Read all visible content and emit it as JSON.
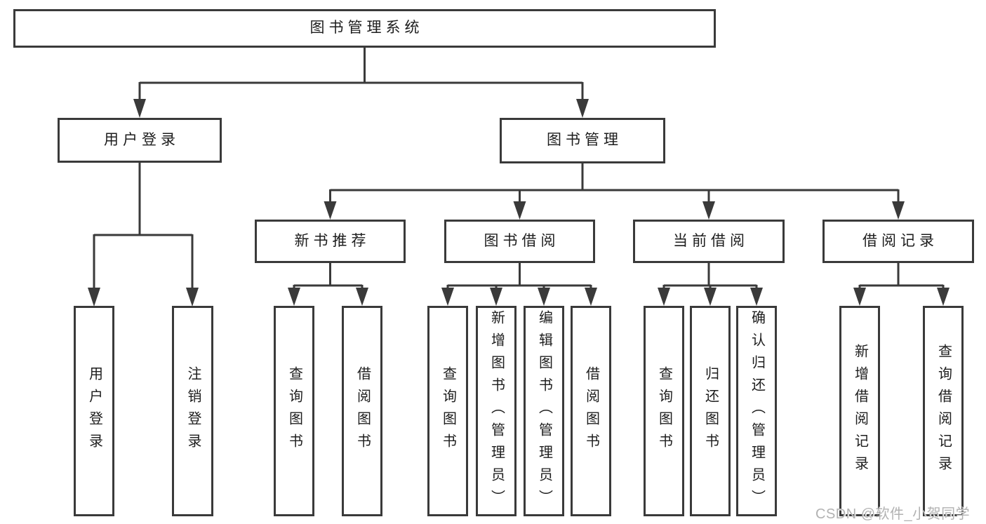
{
  "diagram": {
    "type": "tree",
    "colors": {
      "line": "#3a3a3a",
      "box_border": "#3a3a3a",
      "text": "#1d1d1d",
      "background": "#ffffff",
      "watermark": "#b2b2b2"
    },
    "tree": {
      "root": {
        "label": "图书管理系统",
        "children": [
          {
            "label": "用户登录",
            "children": [
              {
                "label": "用户登录"
              },
              {
                "label": "注销登录"
              }
            ]
          },
          {
            "label": "图书管理",
            "children": [
              {
                "label": "新书推荐",
                "children": [
                  {
                    "label": "查询图书"
                  },
                  {
                    "label": "借阅图书"
                  }
                ]
              },
              {
                "label": "图书借阅",
                "children": [
                  {
                    "label": "查询图书"
                  },
                  {
                    "label": "新增图书（管理员）"
                  },
                  {
                    "label": "编辑图书（管理员）"
                  },
                  {
                    "label": "借阅图书"
                  }
                ]
              },
              {
                "label": "当前借阅",
                "children": [
                  {
                    "label": "查询图书"
                  },
                  {
                    "label": "归还图书"
                  },
                  {
                    "label": "确认归还（管理员）"
                  }
                ]
              },
              {
                "label": "借阅记录",
                "children": [
                  {
                    "label": "新增借阅记录"
                  },
                  {
                    "label": "查询借阅记录"
                  }
                ]
              }
            ]
          }
        ]
      }
    },
    "watermark": "CSDN @软件_小贺同学"
  }
}
